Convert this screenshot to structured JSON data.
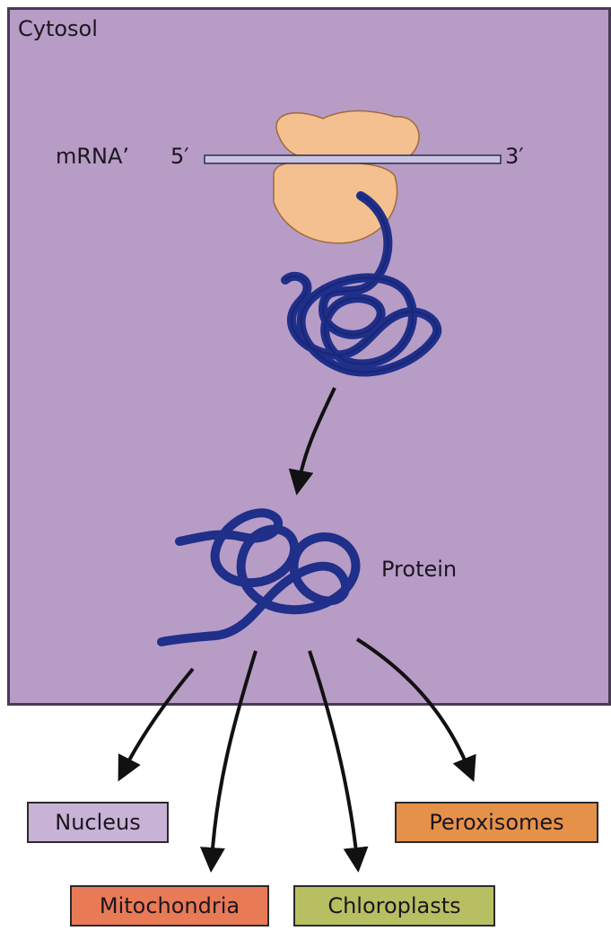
{
  "labels": {
    "cytosol": "Cytosol",
    "mrna": "mRNA’",
    "five_prime": "5′",
    "three_prime": "3′",
    "protein": "Protein"
  },
  "destinations": {
    "nucleus": "Nucleus",
    "mitochondria": "Mitochondria",
    "chloroplasts": "Chloroplasts",
    "peroxisomes": "Peroxisomes"
  },
  "colors": {
    "cytosol": "#b79cc6",
    "ribosome": "#f4c08f",
    "protein_chain": "#1f2f8a",
    "mrna_strand": "#c8c4e0",
    "nucleus_box": "#c8b2d6",
    "mitochondria_box": "#e87a55",
    "chloroplasts_box": "#b8bf62",
    "peroxisomes_box": "#e6914a"
  }
}
